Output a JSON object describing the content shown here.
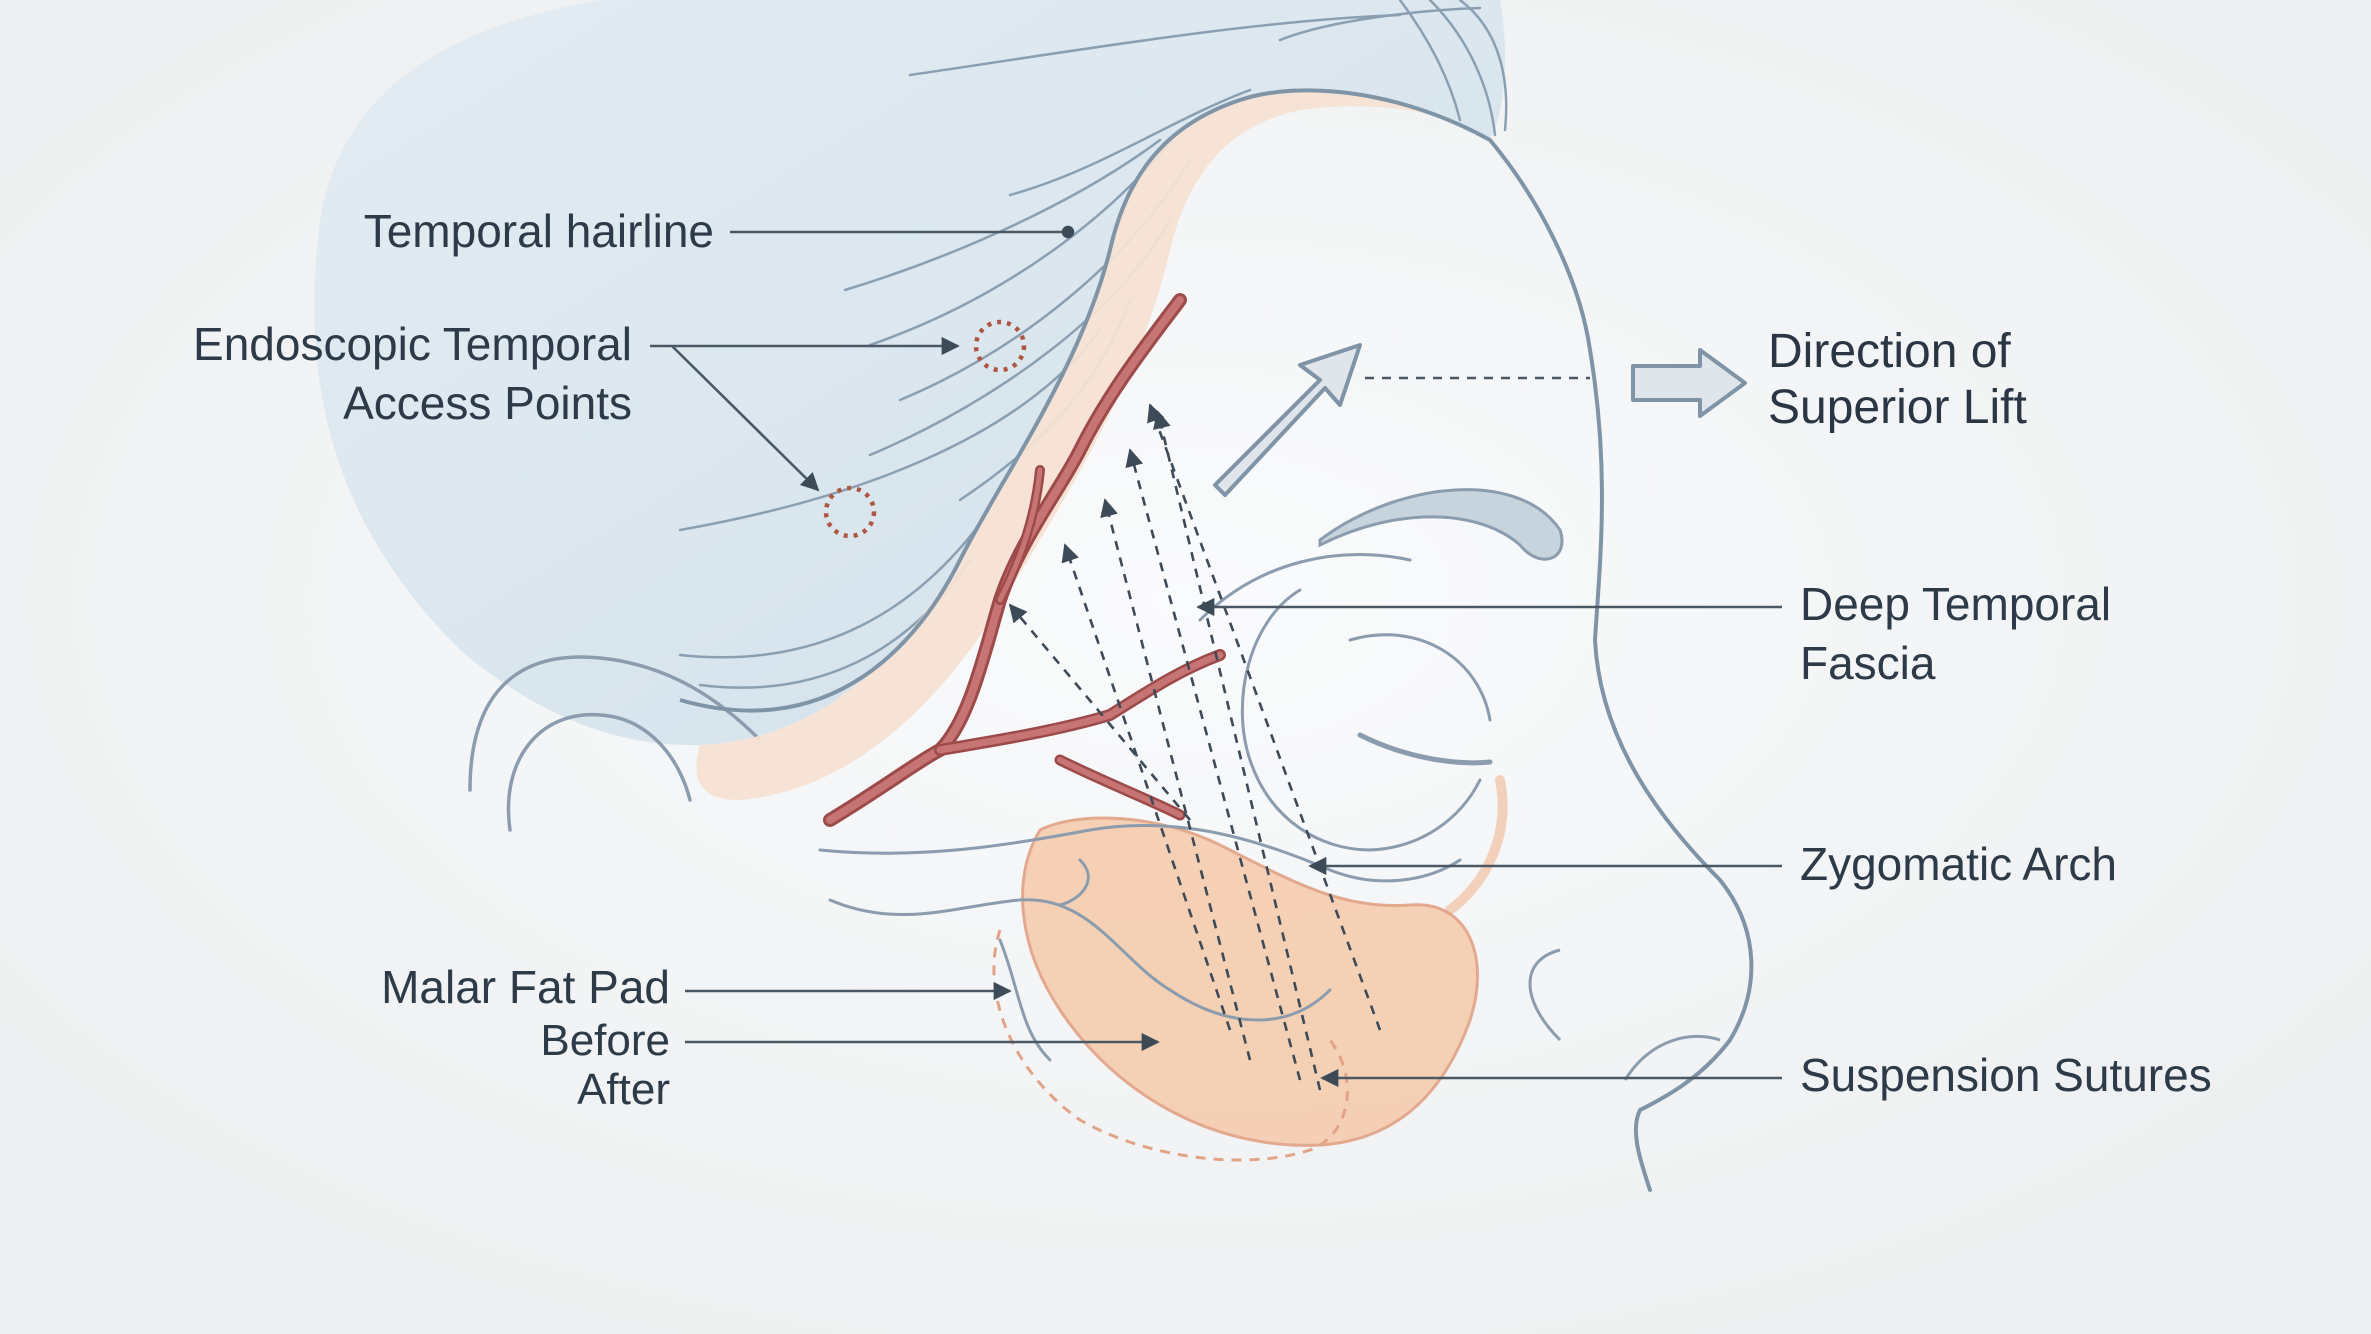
{
  "labels": {
    "temporal_hairline": "Temporal hairline",
    "access_points_line1": "Endoscopic Temporal",
    "access_points_line2": "Access Points",
    "direction_line1": "Direction of",
    "direction_line2": "Superior Lift",
    "deep_fascia_line1": "Deep Temporal",
    "deep_fascia_line2": "Fascia",
    "zygomatic_arch": "Zygomatic Arch",
    "malar_fat_pad": "Malar Fat Pad",
    "before": "Before",
    "after": "After",
    "suspension_sutures": "Suspension Sutures"
  },
  "colors": {
    "background": "#eff0f1",
    "hair": "#dce7ef",
    "outline": "#7f94a6",
    "label_text": "#2d3a48",
    "leader_line": "#4a5865",
    "artery": "#b85c5b",
    "fascia_band": "#f6e3d4",
    "fat_pad": "#f4c9aa",
    "fat_pad_outline": "#e0a184",
    "access_point": "#b0553f",
    "arrow_fill": "#dfe5ea"
  },
  "icons": {
    "lift_arrow": "diagonal-up-arrow-icon",
    "direction_arrow": "right-arrow-icon",
    "access_point_marker": "dotted-circle-icon"
  }
}
